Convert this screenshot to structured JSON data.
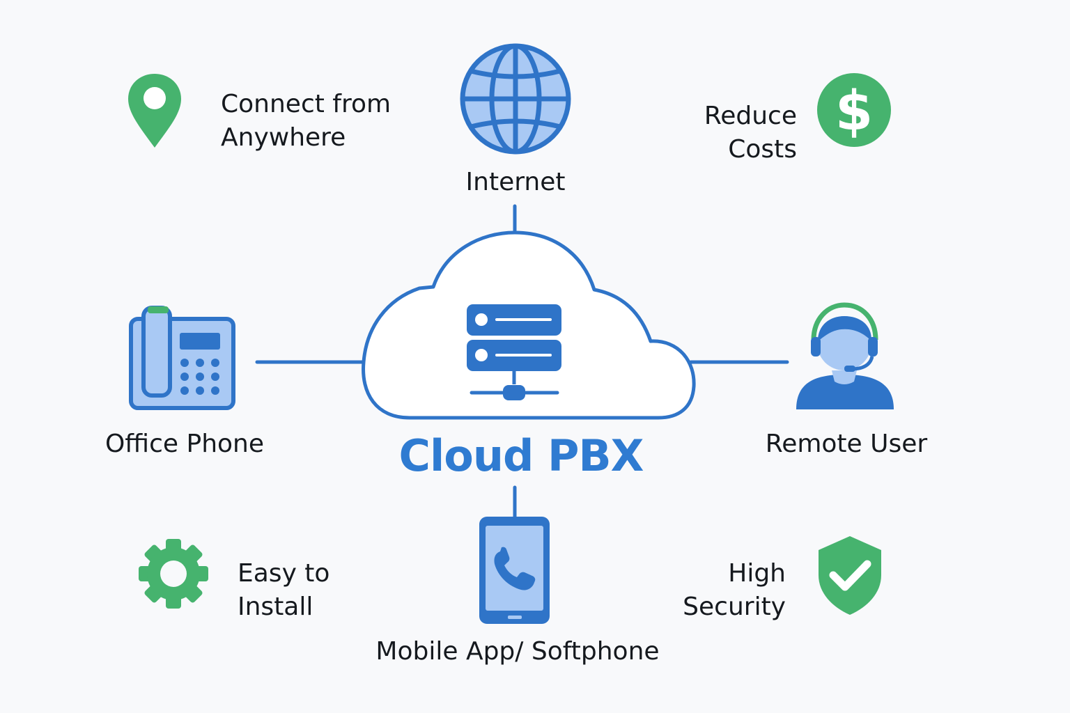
{
  "title": "Cloud PBX",
  "nodes": {
    "internet": "Internet",
    "office_phone": "Office Phone",
    "remote_user": "Remote User",
    "mobile": "Mobile App/ Softphone"
  },
  "features": {
    "connect": [
      "Connect from",
      "Anywhere"
    ],
    "reduce": [
      "Reduce",
      "Costs"
    ],
    "install": [
      "Easy to",
      "Install"
    ],
    "security": [
      "High",
      "Security"
    ]
  },
  "icons": {
    "internet": "globe-icon",
    "office_phone": "desk-phone-icon",
    "remote_user": "headset-user-icon",
    "mobile": "smartphone-icon",
    "connect": "location-pin-icon",
    "reduce": "dollar-coin-icon",
    "install": "gear-icon",
    "security": "shield-check-icon",
    "cloud": "cloud-icon",
    "server": "server-icon"
  },
  "colors": {
    "blue": "#2f74c8",
    "light_blue": "#a9c9f4",
    "green": "#46b36e",
    "text": "#15191e"
  }
}
